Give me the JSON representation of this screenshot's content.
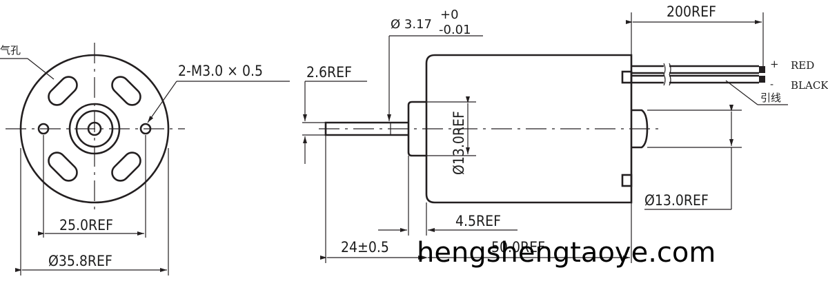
{
  "front_view": {
    "vent_label": "气孔",
    "mount_hole_label": "2-M3.0 × 0.5",
    "hole_spacing": "25.0REF",
    "body_diameter": "Ø35.8REF"
  },
  "side_view": {
    "shaft_diameter": "Ø 3.17",
    "shaft_tol_upper": "+0",
    "shaft_tol_lower": "-0.01",
    "shaft_flat": "2.6REF",
    "boss_diameter": "Ø13.0REF",
    "lead_length": "200REF",
    "lead_plus": "+",
    "lead_plus_color_name": "RED",
    "lead_minus": "-",
    "lead_minus_color_name": "BLACK",
    "lead_label": "引线",
    "rear_diameter": "Ø13.0REF",
    "boss_length": "4.5REF",
    "shaft_length": "24±0.5",
    "body_length": "50.0REF"
  },
  "watermark": "hengshengtaoye.com",
  "colors": {
    "line": "#231f20",
    "background": "#ffffff"
  }
}
